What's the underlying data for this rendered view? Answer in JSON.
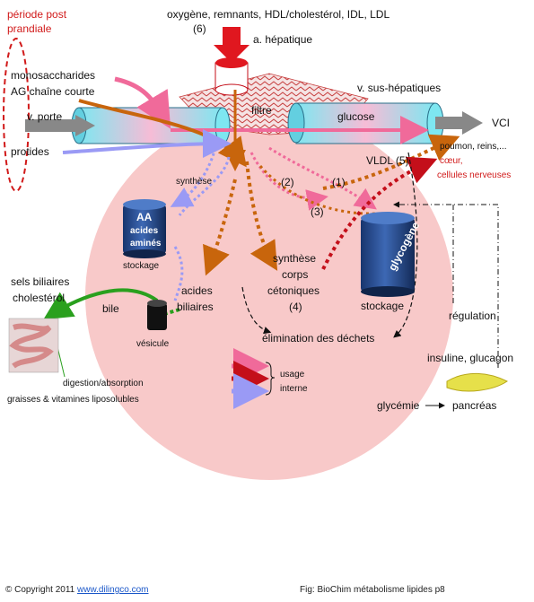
{
  "labels": {
    "top_inputs": "oxygène, remnants, HDL/cholestérol, IDL, LDL",
    "six": "(6)",
    "a_hepatique": "a. hépatique",
    "periode_1": "période post",
    "periode_2": "prandiale",
    "mono": "monosaccharides",
    "ag": "AG chaîne courte",
    "v_porte": "v. porte",
    "protides": "protides",
    "filtre": "filtre",
    "v_sus": "v. sus-hépatiques",
    "glucose": "glucose",
    "vci": "VCI",
    "poumon": "poumon, reins,...",
    "coeur": "cœur,",
    "cellules": "cellules nerveuses",
    "vldl": "VLDL (5)",
    "synthese": "synthèse",
    "aa": "AA",
    "acides_l": "acides",
    "amines": "aminés",
    "stockage_aa": "stockage",
    "two": "(2)",
    "one": "(1)",
    "three": "(3)",
    "glycogene": "glycogène",
    "syn_1": "synthèse",
    "syn_2": "corps",
    "syn_3": "cétoniques",
    "syn_4": "(4)",
    "stockage_gly": "stockage",
    "sels_1": "sels biliaires",
    "sels_2": "cholestérol",
    "bile": "bile",
    "ac_bil_1": "acides",
    "ac_bil_2": "biliaires",
    "vesicule": "vésicule",
    "regulation": "régulation",
    "elimination": "élimination des déchets",
    "insuline": "insuline, glucagon",
    "digestion": "digestion/absorption",
    "graisses": "graisses & vitamines liposolubles",
    "usage": "usage",
    "interne": "interne",
    "glycemie": "glycémie",
    "pancreas": "pancréas"
  },
  "footer": {
    "copyright": "© Copyright 2011",
    "site": "www.dilingco.com",
    "fig": "Fig: BioChim métabolisme lipides p8"
  },
  "colors": {
    "liver": "#f6c6c6",
    "pink_arrow": "#f06a9a",
    "orange": "#c8650c",
    "blue_purple": "#9a9af5",
    "dark_red": "#c40f1a",
    "green": "#2aa01e",
    "vessel": "#7fe0ea",
    "glycogen_barrel": "#2c4f8c",
    "aa_barrel": "#1f3f7a"
  }
}
